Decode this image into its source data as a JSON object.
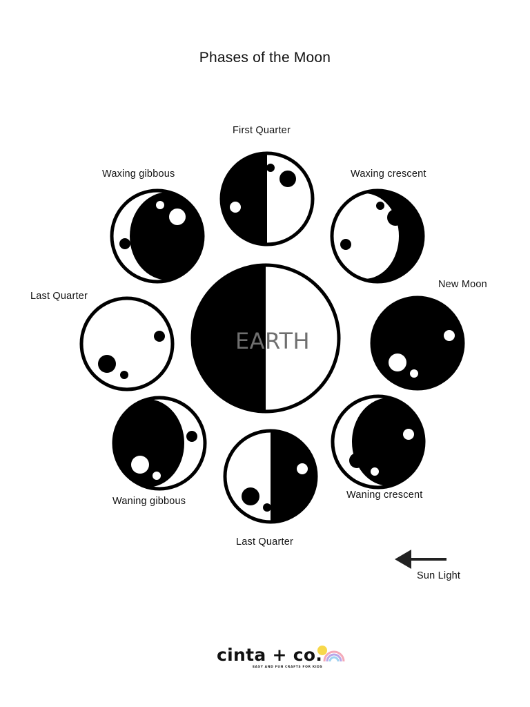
{
  "title": "Phases of the Moon",
  "earth": {
    "label": "EARTH"
  },
  "phases": [
    {
      "id": "first-quarter-top",
      "label": "First Quarter"
    },
    {
      "id": "waxing-crescent",
      "label": "Waxing crescent"
    },
    {
      "id": "new-moon",
      "label": "New Moon"
    },
    {
      "id": "waning-crescent",
      "label": "Waning crescent"
    },
    {
      "id": "last-quarter-bottom",
      "label": "Last Quarter"
    },
    {
      "id": "waning-gibbous",
      "label": "Waning gibbous"
    },
    {
      "id": "last-quarter-left",
      "label": "Last Quarter"
    },
    {
      "id": "waxing-gibbous",
      "label": "Waxing gibbous"
    }
  ],
  "sun_light": {
    "label": "Sun Light",
    "direction": "left",
    "icon": "left-arrow-icon"
  },
  "brand": {
    "name": "cinta + co.",
    "tagline": "EASY AND FUN CRAFTS FOR KIDS",
    "icons": [
      "sun-icon",
      "rainbow-icon"
    ]
  },
  "colors": {
    "ink": "#000000",
    "earth_text": "#6f6f6f",
    "sun_yellow": "#f7d84a",
    "rainbow": [
      "#f4a9b8",
      "#b9a6e8",
      "#9fd3f1"
    ]
  }
}
